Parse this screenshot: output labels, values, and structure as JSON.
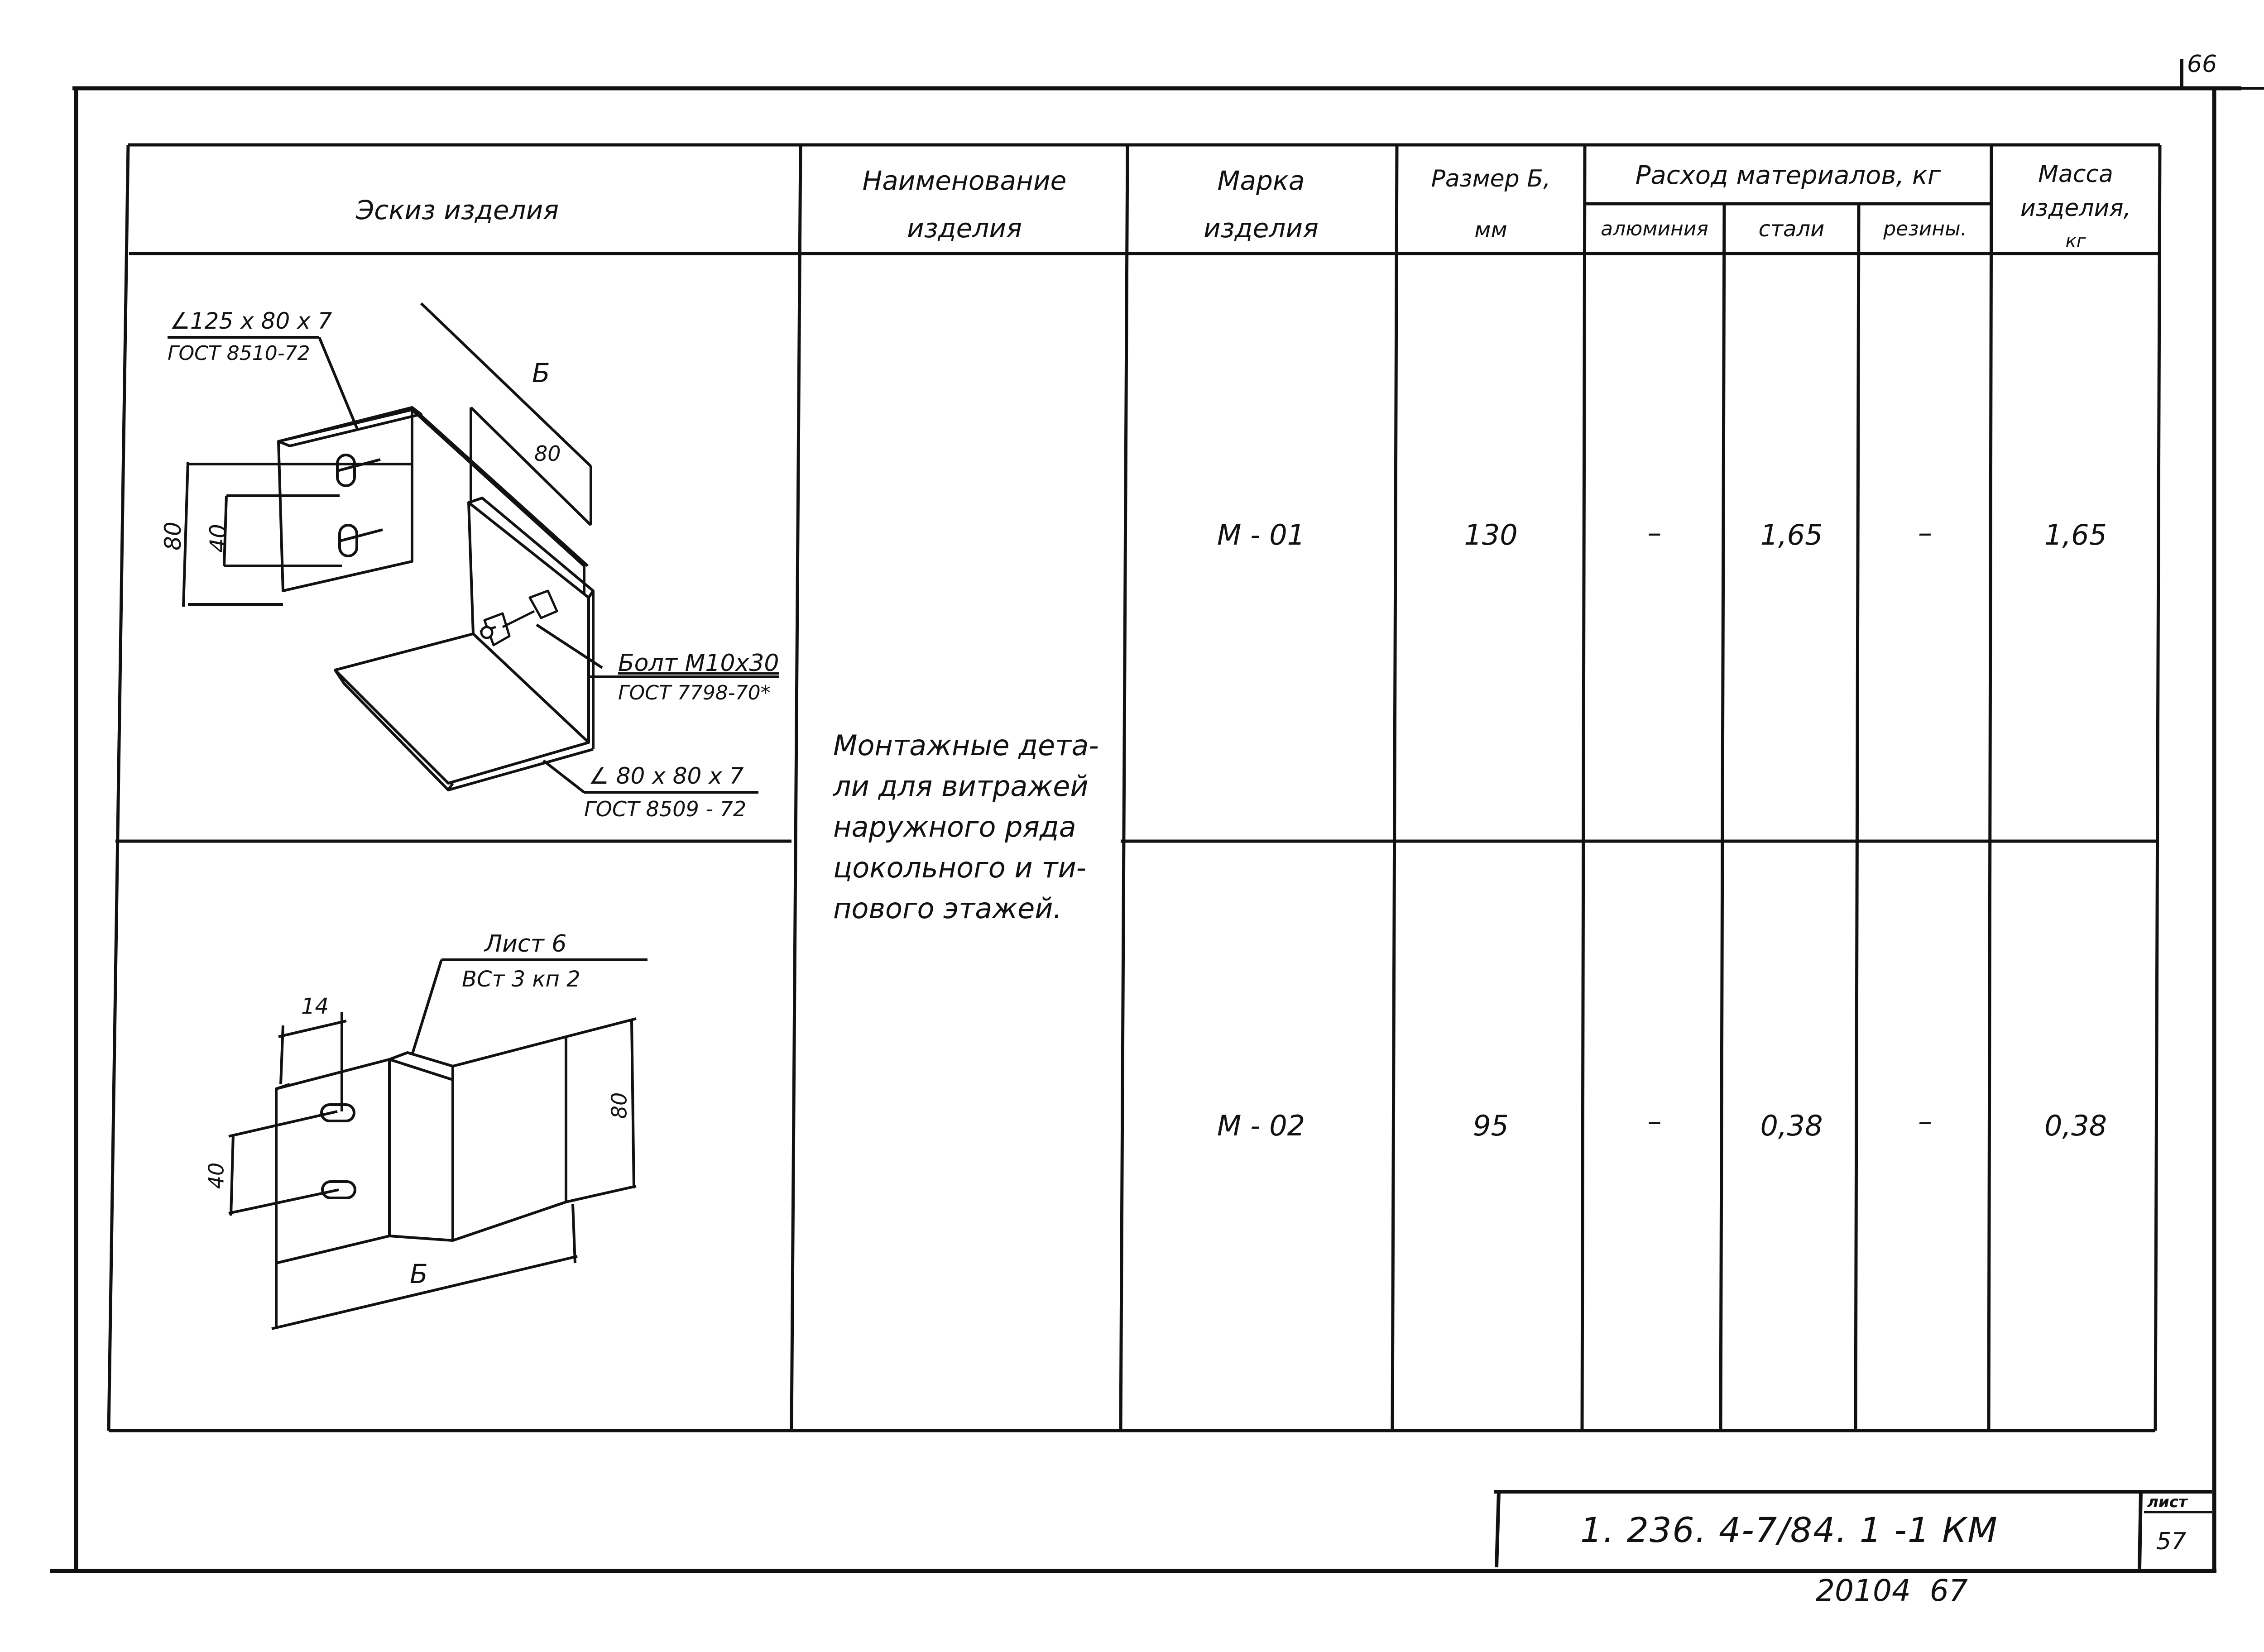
{
  "page_number": "66",
  "table": {
    "headers": {
      "sketch": "Эскиз изделия",
      "name": [
        "Наименование",
        "изделия"
      ],
      "mark": [
        "Марка",
        "изделия"
      ],
      "size": [
        "Размер Б,",
        "мм"
      ],
      "materials": "Расход материалов, кг",
      "material_cols": [
        "алюминия",
        "стали",
        "резины."
      ],
      "mass": [
        "Масса",
        "изделия,",
        "кг"
      ]
    },
    "description": [
      "Монтажные дета-",
      "ли для витражей",
      "наружного ряда",
      "цокольного и ти-",
      "пового этажей."
    ],
    "rows": [
      {
        "mark": "М - 01",
        "size": "130",
        "aluminum": "–",
        "steel": "1,65",
        "rubber": "–",
        "mass": "1,65"
      },
      {
        "mark": "М - 02",
        "size": "95",
        "aluminum": "–",
        "steel": "0,38",
        "rubber": "–",
        "mass": "0,38"
      }
    ]
  },
  "sketch1": {
    "angle_label": "∠125 x 80 x 7",
    "angle_gost": "ГОСТ 8510-72",
    "dim_b": "Б",
    "dim_80_top": "80",
    "dim_80_left": "80",
    "dim_40": "40",
    "bolt_label": "Болт М10х30",
    "bolt_gost": "ГОСТ 7798-70*",
    "angle2_label": "∠ 80 х 80 х 7",
    "angle2_gost": "ГОСТ 8509 - 72"
  },
  "sketch2": {
    "sheet_label": "Лист 6",
    "steel_label": "ВСт 3 кп 2",
    "dim_14": "14",
    "dim_40": "40",
    "dim_80": "80",
    "dim_b": "Б"
  },
  "title_block": {
    "code": "1. 236. 4-7/84. 1 -1 КМ",
    "sheet_label": "лист",
    "sheet_number": "57"
  },
  "footer_number": "20104  67"
}
